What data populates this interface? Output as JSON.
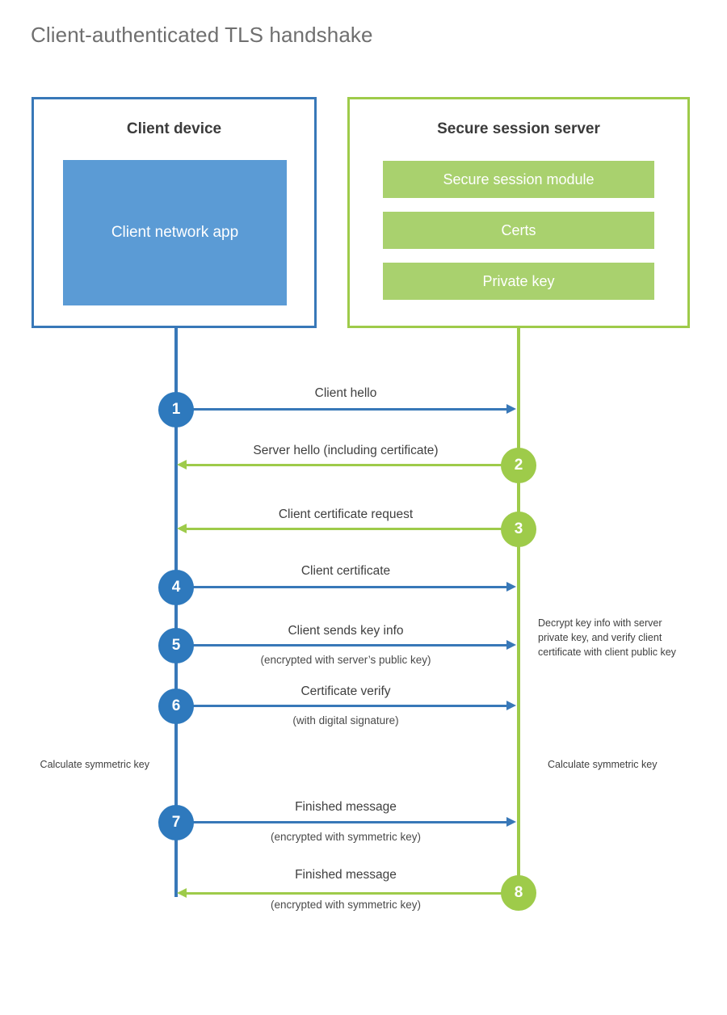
{
  "title": "Client-authenticated TLS handshake",
  "actors": {
    "client": {
      "name": "Client device",
      "component": "Client network app"
    },
    "server": {
      "name": "Secure session server",
      "components": [
        "Secure session module",
        "Certs",
        "Private key"
      ]
    }
  },
  "colors": {
    "client": "#3878b8",
    "client_fill": "#5b9bd5",
    "server": "#9ecb4a",
    "server_fill": "#a9d16e",
    "badge_blue": "#2e79bd",
    "badge_green": "#9ecb4a",
    "title_text": "#6f6f6f"
  },
  "steps": [
    {
      "number": "1",
      "label": "Client hello",
      "sublabel": "",
      "direction": "client-to-server",
      "color": "blue"
    },
    {
      "number": "2",
      "label": "Server hello (including certificate)",
      "sublabel": "",
      "direction": "server-to-client",
      "color": "green"
    },
    {
      "number": "3",
      "label": "Client certificate request",
      "sublabel": "",
      "direction": "server-to-client",
      "color": "green"
    },
    {
      "number": "4",
      "label": "Client certificate",
      "sublabel": "",
      "direction": "client-to-server",
      "color": "blue"
    },
    {
      "number": "5",
      "label": "Client sends key info",
      "sublabel": "(encrypted with server’s public key)",
      "direction": "client-to-server",
      "color": "blue"
    },
    {
      "number": "6",
      "label": "Certificate verify",
      "sublabel": "(with digital signature)",
      "direction": "client-to-server",
      "color": "blue"
    },
    {
      "number": "7",
      "label": "Finished message",
      "sublabel": "(encrypted with symmetric key)",
      "direction": "client-to-server",
      "color": "blue"
    },
    {
      "number": "8",
      "label": "Finished message",
      "sublabel": "(encrypted with symmetric key)",
      "direction": "server-to-client",
      "color": "green"
    }
  ],
  "notes": {
    "server_decrypt": "Decrypt key info with server private key, and verify client certificate with client public key",
    "client_calculate": "Calculate symmetric key",
    "server_calculate": "Calculate symmetric key"
  }
}
